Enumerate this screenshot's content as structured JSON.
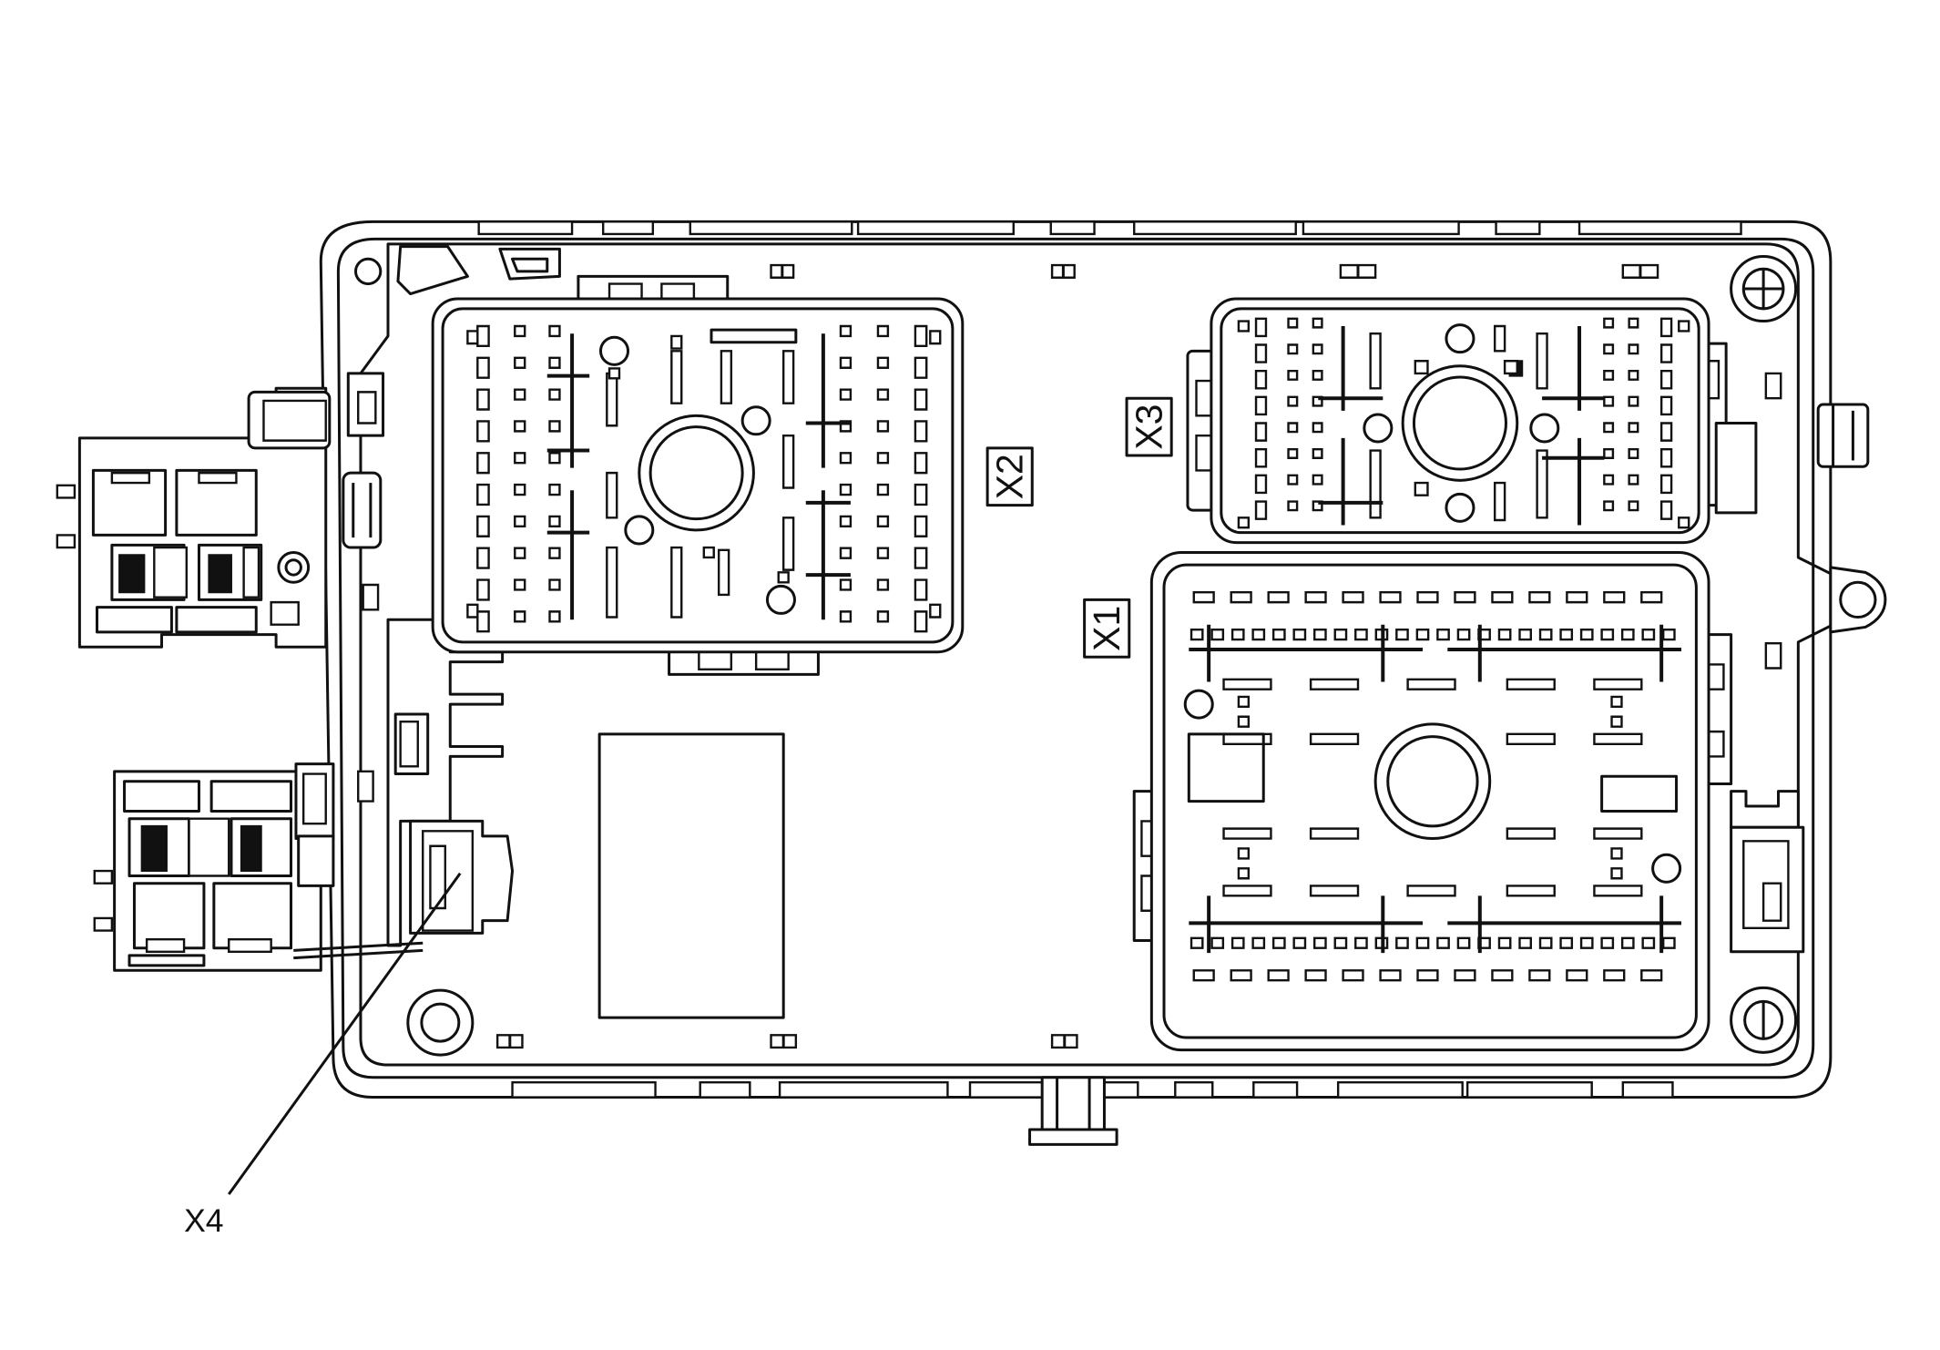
{
  "labels": {
    "x1": "X1",
    "x2": "X2",
    "x3": "X3",
    "x4": "X4"
  },
  "colors": {
    "line": "#111111",
    "background": "#ffffff"
  }
}
